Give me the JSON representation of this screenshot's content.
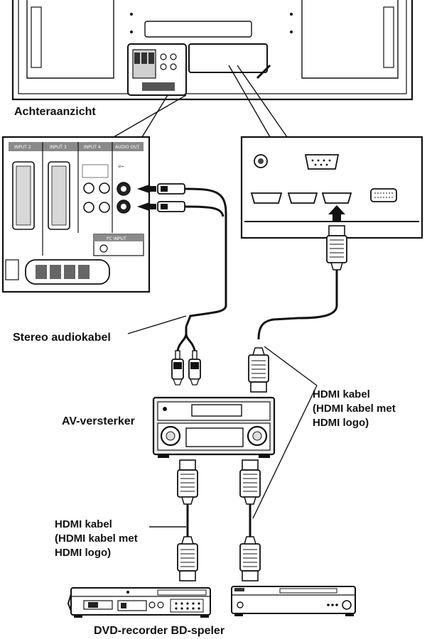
{
  "labels": {
    "rear_view": "Achteraanzicht",
    "stereo_cable": "Stereo audiokabel",
    "amplifier": "AV-versterker",
    "hdmi_right_1": "HDMI kabel",
    "hdmi_right_2": "(HDMI kabel met",
    "hdmi_right_3": "HDMI logo)",
    "hdmi_left_1": "HDMI kabel",
    "hdmi_left_2": "(HDMI kabel met",
    "hdmi_left_3": "HDMI logo)",
    "recorders": "DVD-recorder BD-speler"
  },
  "panel_labels": {
    "input2": "INPUT 2",
    "input3": "INPUT 3",
    "input4": "INPUT 4",
    "audio_out": "AUDIO OUT",
    "pc_input": "PC INPUT"
  },
  "colors": {
    "line": "#1a1a1a",
    "panel_fill": "#ffffff",
    "header_fill": "#8a8a8a",
    "device_fill": "#ececec",
    "dark": "#222222"
  }
}
